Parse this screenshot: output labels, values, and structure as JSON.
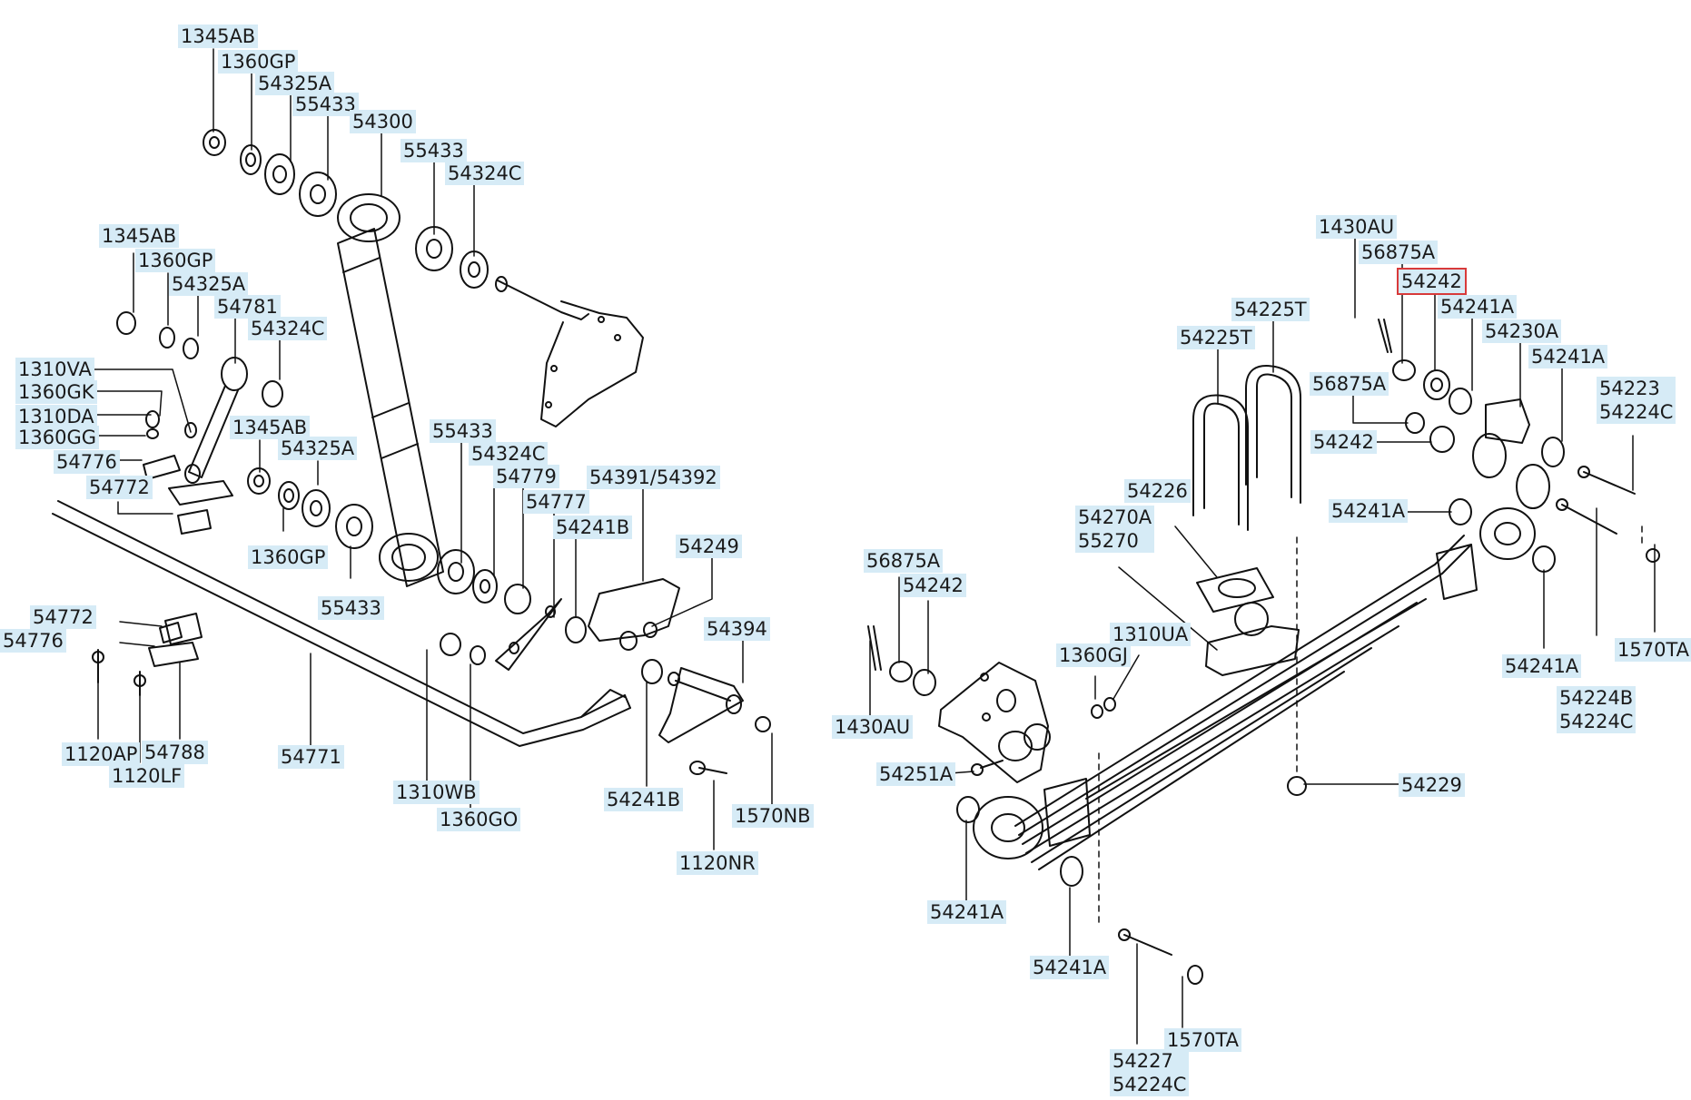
{
  "selected_part": "54242",
  "labels": {
    "l01": "1345AB",
    "l02": "1360GP",
    "l03": "54325A",
    "l04": "55433",
    "l05": "54300",
    "l06": "55433",
    "l07": "54324C",
    "l08": "1345AB",
    "l09": "1360GP",
    "l10": "54325A",
    "l11": "54781",
    "l12": "54324C",
    "l13": "1310VA",
    "l14": "1360GK",
    "l15": "1310DA",
    "l16": "1360GG",
    "l17": "54776",
    "l18": "54772",
    "l19": "1345AB",
    "l20": "54325A",
    "l21": "1360GP",
    "l22": "55433",
    "l23": "55433",
    "l24": "54324C",
    "l25": "54779",
    "l26": "54777",
    "l27": "54391/54392",
    "l28": "54241B",
    "l29": "54249",
    "l30": "54394",
    "l31": "54772",
    "l32": "54776",
    "l33": "1120AP",
    "l34": "54788",
    "l35": "1120LF",
    "l36": "54771",
    "l37": "1310WB",
    "l38": "1360GO",
    "l39": "54241B",
    "l40": "1570NB",
    "l41": "1120NR",
    "l42": "1430AU",
    "l43": "56875A",
    "l44": "54242",
    "l45": "54241A",
    "l46": "54230A",
    "l47": "54241A",
    "l48": "54225T",
    "l49": "54225T",
    "l50": "56875A",
    "l51": "54242",
    "l52": "54226",
    "l53": "54241A",
    "l54": "56875A",
    "l55": "54242",
    "l56": "1430AU",
    "l57": "1360GJ",
    "l58": "1310UA",
    "l59": "54251A",
    "l60": "54229",
    "l61": "54241A",
    "l62": "54241A",
    "l63": "1570TA",
    "l64": "54241A",
    "l65": "1570TA"
  },
  "multi_labels": {
    "m01": [
      "54223",
      "54224C"
    ],
    "m02": [
      "54270A",
      "55270"
    ],
    "m03": [
      "54224B",
      "54224C"
    ],
    "m04": [
      "54227",
      "54224C"
    ]
  }
}
